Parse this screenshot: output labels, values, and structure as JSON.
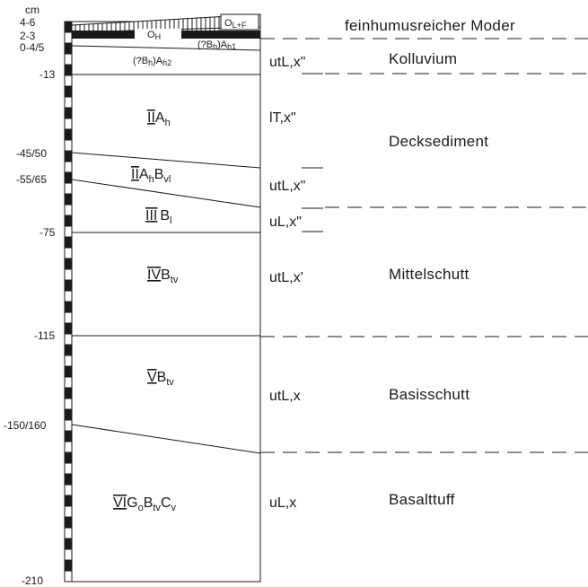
{
  "unit_label": "cm",
  "depth_labels": [
    "4-6",
    "2-3",
    "0-4/5",
    "-13",
    "-45/50",
    "-55/65",
    "-75",
    "-115",
    "-150/160",
    "-210"
  ],
  "horizons": {
    "olf": {
      "main": "O",
      "sub": "L+F"
    },
    "oh": {
      "main": "O",
      "sub": "H"
    },
    "ah1": {
      "pre": "(?B",
      "pre_sub": "h",
      "mid": ")A",
      "sub": "h1"
    },
    "ah2": {
      "pre": "(?B",
      "pre_sub": "h",
      "mid": ")A",
      "sub": "h2"
    },
    "ii_ah": {
      "roman": "II",
      "main": "A",
      "sub": "h"
    },
    "ii_ahbvl": {
      "roman": "II",
      "main": "A",
      "sub": "h",
      "main2": "B",
      "sub2": "vl"
    },
    "iii_bl": {
      "roman": "III",
      "main": "B",
      "sub": "l"
    },
    "iv_btv": {
      "roman": "IV",
      "main": "B",
      "sub": "tv"
    },
    "v_btv": {
      "roman": "V",
      "main": "B",
      "sub": "tv"
    },
    "vi_gobtvcv": {
      "roman": "VI",
      "main": "G",
      "sub": "o",
      "main2": "B",
      "sub2": "tv",
      "main3": "C",
      "sub3": "v"
    }
  },
  "soil_textures": [
    "utL,x\"",
    "lT,x\"",
    "utL,x\"",
    "uL,x\"",
    "utL,x'",
    "utL,x",
    "uL,x"
  ],
  "substrates": [
    "feinhumusreicher Moder",
    "Kolluvium",
    "Decksediment",
    "Mittelschutt",
    "Basisschutt",
    "Basalttuff"
  ]
}
